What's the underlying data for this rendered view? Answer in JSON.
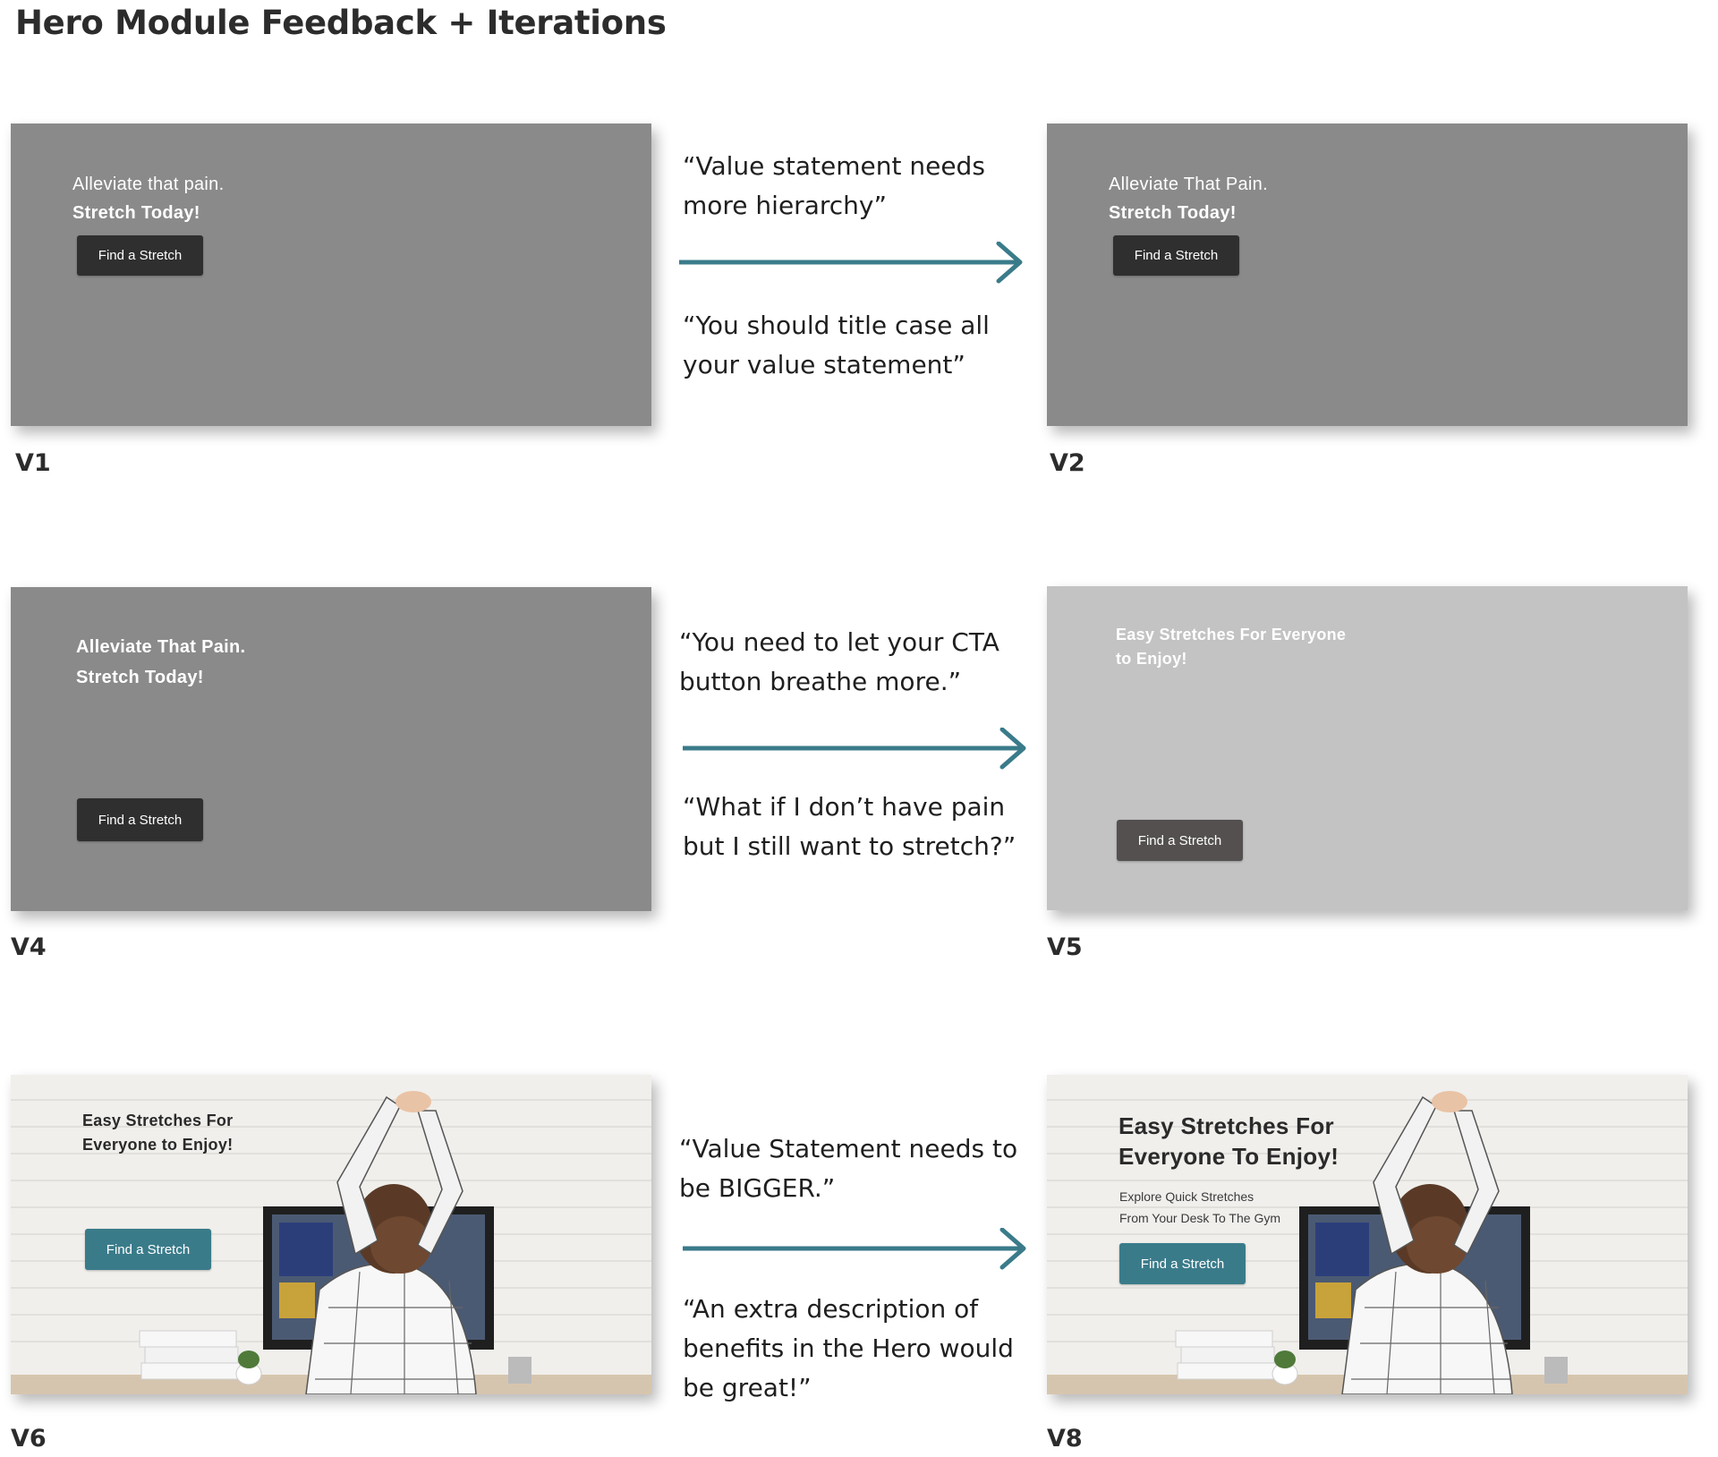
{
  "page": {
    "title": "Hero Module Feedback + Iterations"
  },
  "colors": {
    "accent": "#3a7b8a",
    "mockup_dark": "#8a8a8a",
    "mockup_light": "#c3c3c3",
    "cta_dark": "#2f2f2f",
    "cta_grey": "#545050"
  },
  "versions": {
    "v1": {
      "label": "V1",
      "line1": "Alleviate that pain.",
      "line2": "Stretch Today!",
      "cta": "Find a Stretch"
    },
    "v2": {
      "label": "V2",
      "line1": "Alleviate That Pain.",
      "line2": "Stretch Today!",
      "cta": "Find a Stretch"
    },
    "v4": {
      "label": "V4",
      "line1": "Alleviate That Pain.",
      "line2": "Stretch Today!",
      "cta": "Find a Stretch"
    },
    "v5": {
      "label": "V5",
      "line1": "Easy Stretches For Everyone",
      "line2": "to Enjoy!",
      "cta": "Find a Stretch"
    },
    "v6": {
      "label": "V6",
      "line1": "Easy Stretches For",
      "line2": "Everyone to Enjoy!",
      "cta": "Find a Stretch"
    },
    "v8": {
      "label": "V8",
      "line1": "Easy Stretches For",
      "line2": "Everyone To Enjoy!",
      "desc1": "Explore Quick Stretches",
      "desc2": "From Your Desk To The Gym",
      "cta": "Find a Stretch"
    }
  },
  "feedback": {
    "row1": {
      "quote_a": "“Value statement needs\nmore hierarchy”",
      "quote_b": "“You should title case all\nyour value statement”",
      "arrow_icon": "right-arrow-icon"
    },
    "row2": {
      "quote_a": "“You need to let your CTA\nbutton breathe more.”",
      "quote_b": "“What if I don’t have pain\nbut I still want to stretch?”",
      "arrow_icon": "right-arrow-icon"
    },
    "row3": {
      "quote_a": "“Value Statement needs to\nbe BIGGER.”",
      "quote_b": "“An extra description of\nbenefits in the Hero would\nbe great!”",
      "arrow_icon": "right-arrow-icon"
    }
  }
}
